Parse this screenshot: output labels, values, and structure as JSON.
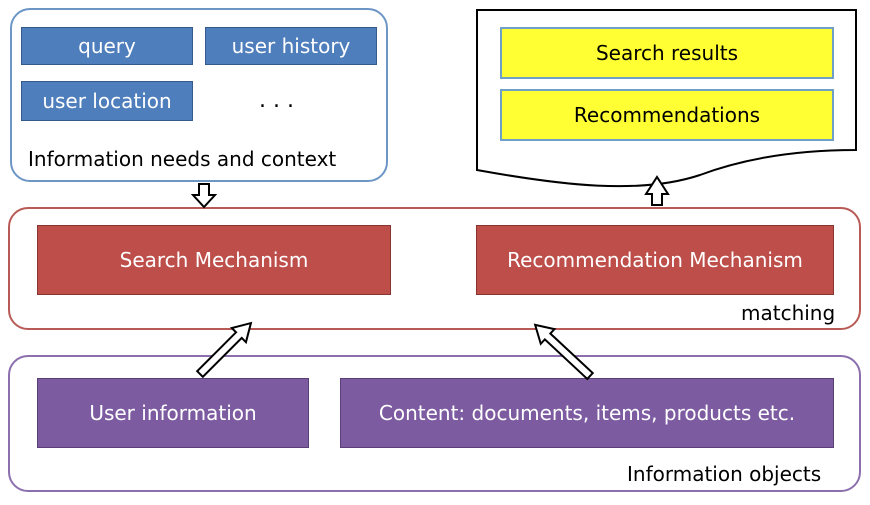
{
  "needs_group": {
    "label": "Information needs and context",
    "items": {
      "query": "query",
      "user_history": "user history",
      "user_location": "user location",
      "more": ". . ."
    }
  },
  "results_document": {
    "search_results": "Search results",
    "recommendations": "Recommendations"
  },
  "matching_group": {
    "label": "matching",
    "search_mechanism": "Search Mechanism",
    "recommendation_mechanism": "Recommendation Mechanism"
  },
  "objects_group": {
    "label": "Information objects",
    "user_information": "User information",
    "content": "Content: documents, items, products etc."
  },
  "colors": {
    "blue": "#4f7ebc",
    "red": "#bd4e4a",
    "purple": "#7d5ba1",
    "yellow": "#ffff33"
  }
}
